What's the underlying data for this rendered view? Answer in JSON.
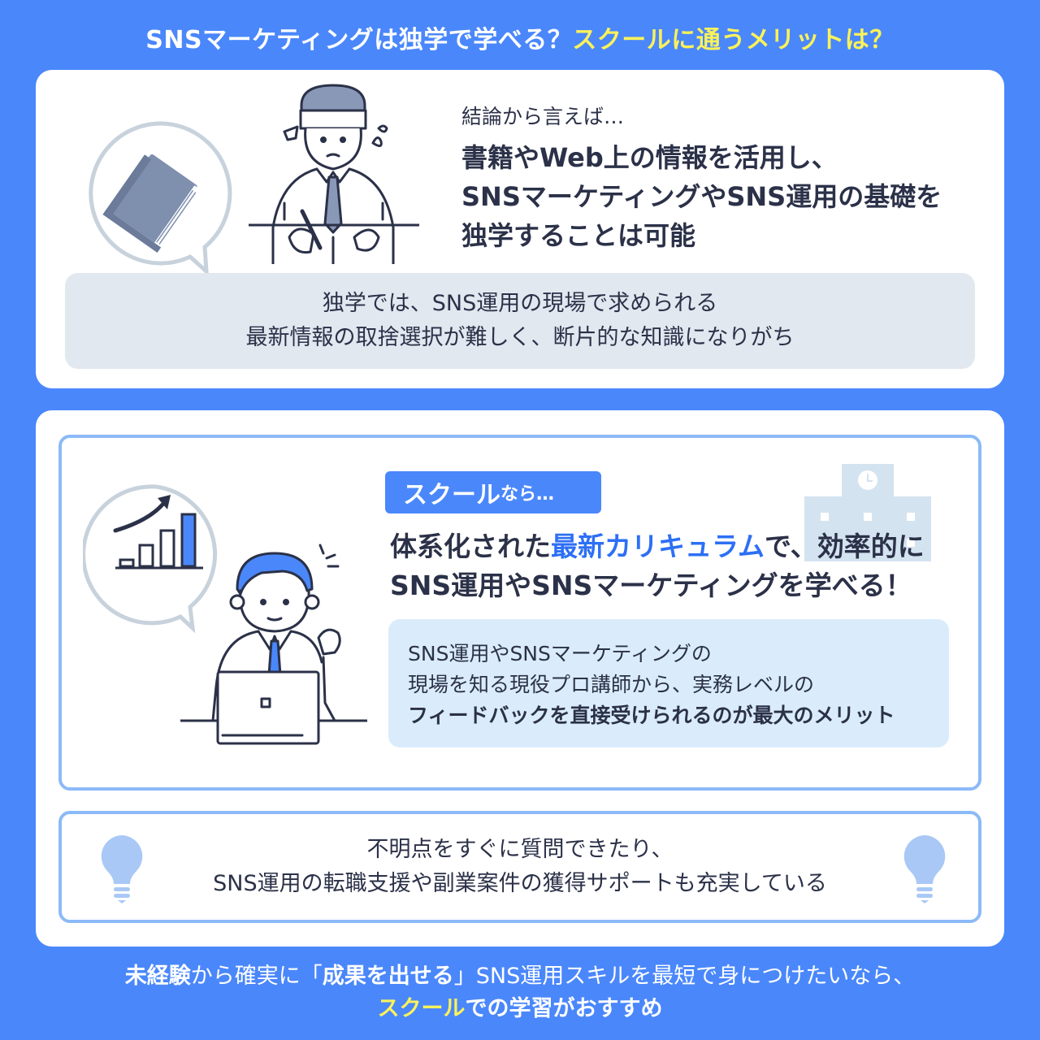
{
  "header": {
    "title_part1": "SNSマーケティングは独学で学べる？",
    "title_part2": "スクールに通うメリットは？"
  },
  "self_study": {
    "lead": "結論から言えば…",
    "main_lines": [
      "書籍やWeb上の情報を活用し、",
      "SNSマーケティングやSNS運用の基礎を",
      "独学することは可能"
    ],
    "caution_lines": [
      "独学では、SNS運用の現場で求められる",
      "最新情報の取捨選択が難しく、断片的な知識になりがち"
    ],
    "icons": [
      "book-icon",
      "worried-student-illustration"
    ]
  },
  "school": {
    "badge_big": "スクール",
    "badge_small": "なら…",
    "main_line1_pre": "体系化された",
    "main_line1_accent": "最新カリキュラム",
    "main_line1_post": "で、効率的に",
    "main_line2": "SNS運用やSNSマーケティングを学べる！",
    "detail_lines": [
      "SNS運用やSNSマーケティングの",
      "現場を知る現役プロ講師から、実務レベルの",
      "フィードバックを直接受けられるのが最大のメリット"
    ],
    "support_lines": [
      "不明点をすぐに質問できたり、",
      "SNS運用の転職支援や副業案件の獲得サポートも充実している"
    ],
    "icons": [
      "growth-chart-icon",
      "happy-student-laptop-illustration",
      "school-building-icon",
      "lightbulb-icon"
    ]
  },
  "footer": {
    "line1_a": "未経験",
    "line1_b": "から確実に「",
    "line1_c": "成果を出せる",
    "line1_d": "」SNS運用スキルを最短で身につけたいなら、",
    "line2_hl": "スクール",
    "line2_rest": "での学習がおすすめ"
  },
  "colors": {
    "background": "#4a87fb",
    "highlight_yellow": "#fbf25a",
    "accent_blue": "#2d6ff5",
    "text_dark": "#2b3148",
    "gray_box": "#e2e8ef",
    "light_blue_box": "#daecfc",
    "frame_blue": "#8cbaf8"
  }
}
